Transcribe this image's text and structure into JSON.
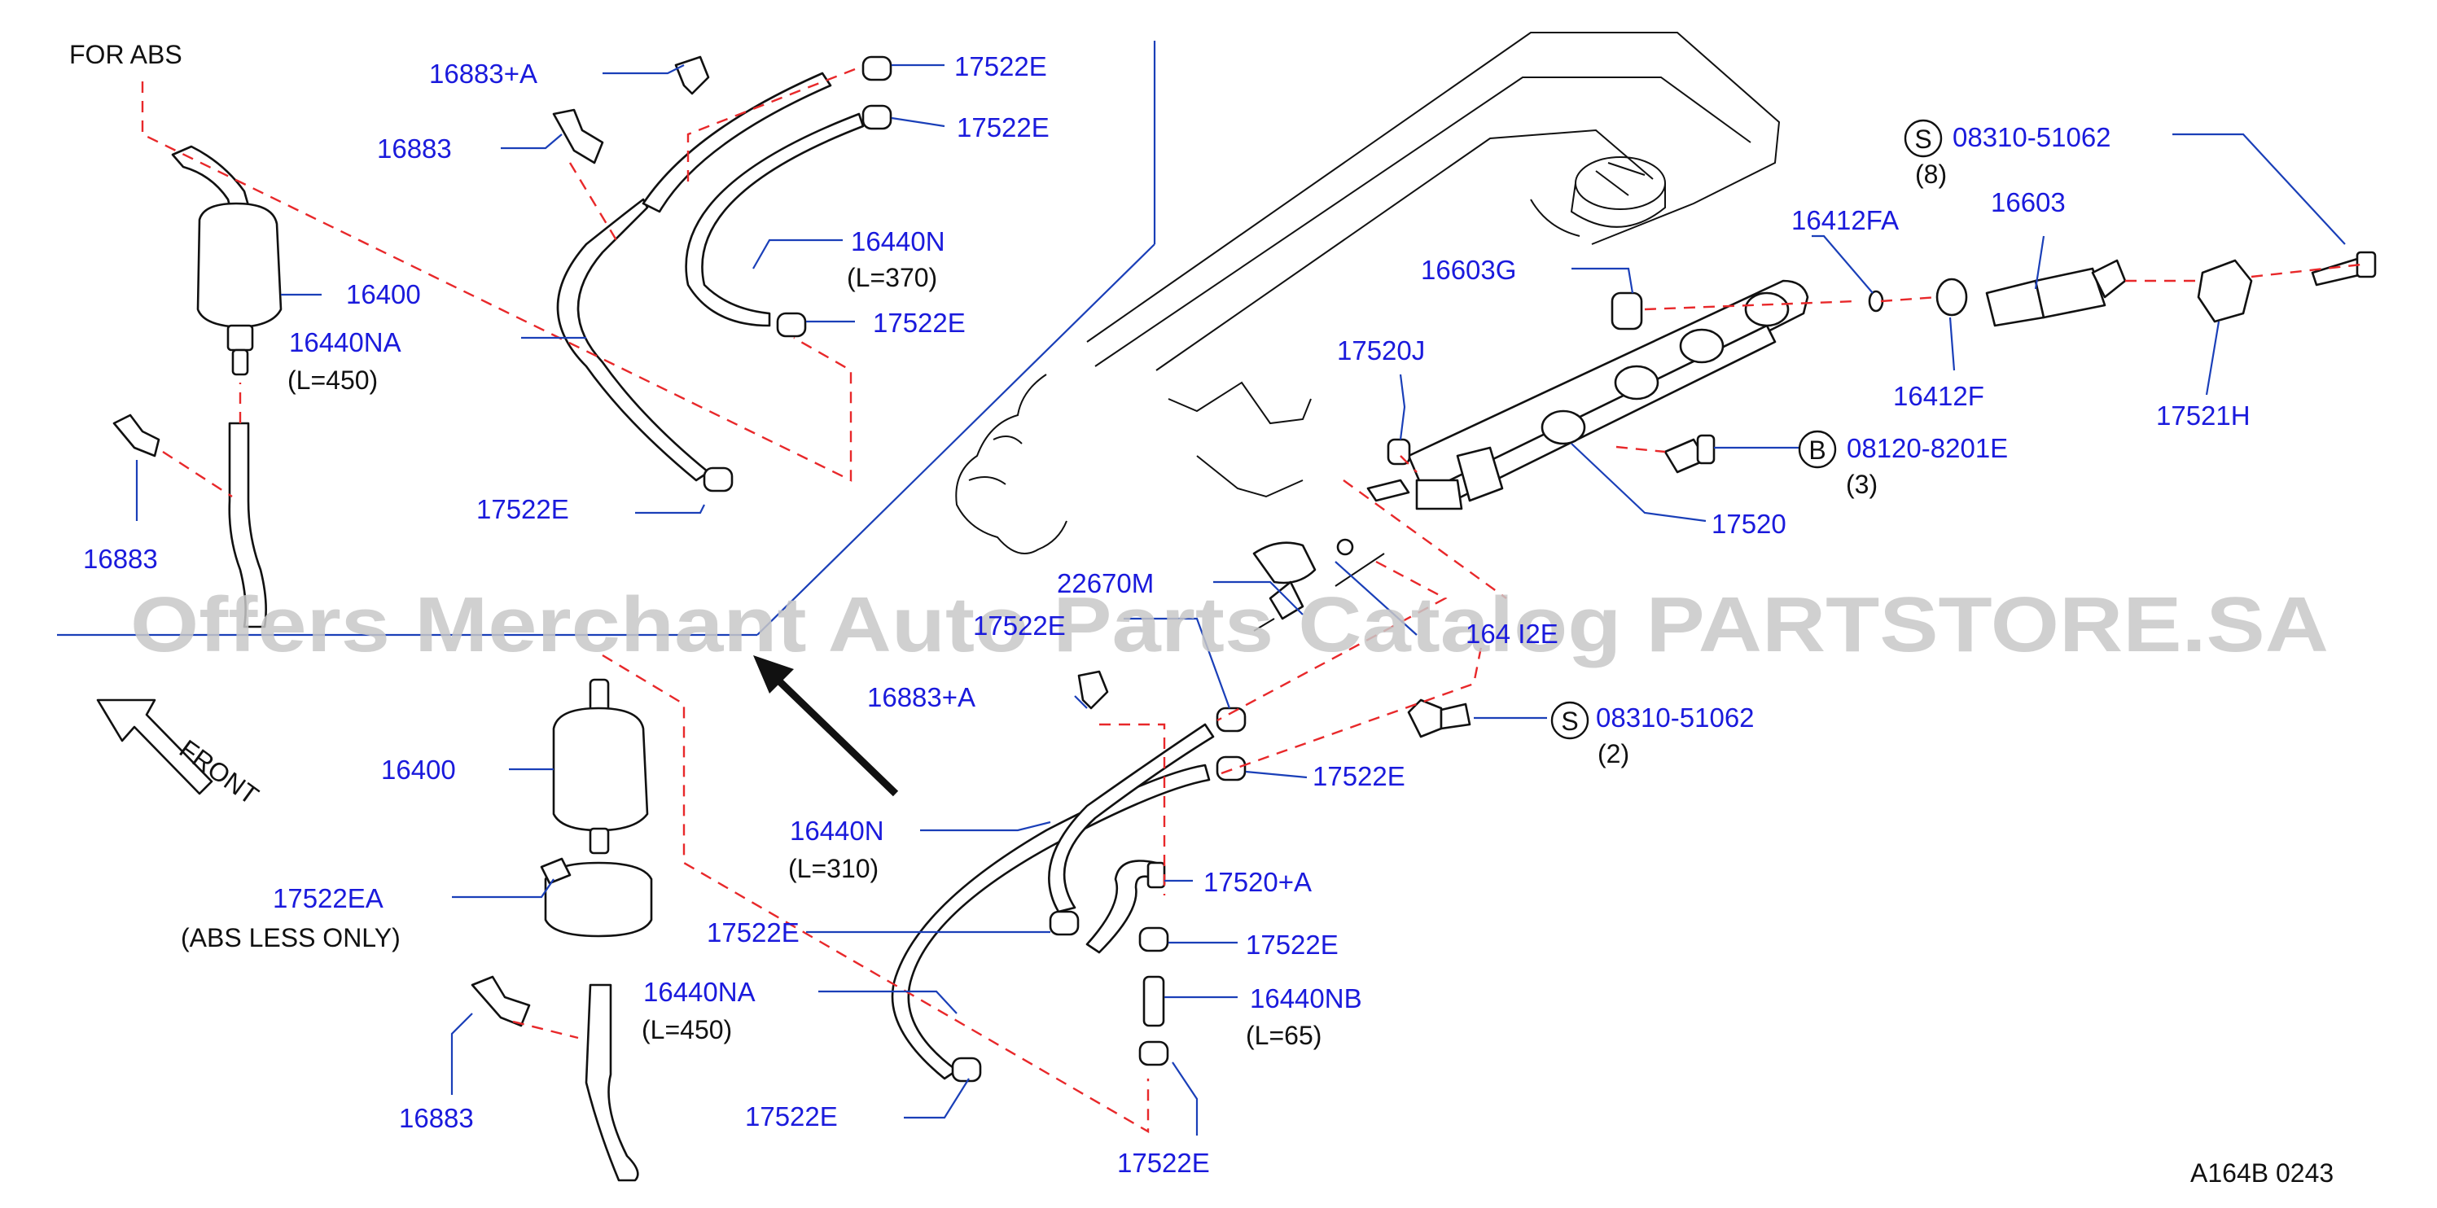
{
  "diagram": {
    "top_left_note": "FOR  ABS",
    "front_label": "FRONT",
    "abs_less_note": "(ABS  LESS  ONLY)",
    "diagram_code": "A164B  0243",
    "watermark": "Offers Merchant Auto Parts Catalog PARTSTORE.SA"
  },
  "labels": {
    "top_16883_plus_a": "16883+A",
    "top_17522e_1": "17522E",
    "top_17522e_2": "17522E",
    "top_16883": "16883",
    "top_16440n": "16440N",
    "top_16440n_len": "(L=370)",
    "top_16400": "16400",
    "top_16440na": "16440NA",
    "top_16440na_len": "(L=450)",
    "top_17522e_3": "17522E",
    "top_17522e_4": "17522E",
    "top_16883_left": "16883",
    "r_08310_8": "08310-51062",
    "r_08310_8_qty": "(8)",
    "r_16412fa": "16412FA",
    "r_16603": "16603",
    "r_16603g": "16603G",
    "r_16412f": "16412F",
    "r_17521h": "17521H",
    "r_17520j": "17520J",
    "r_08120": "08120-8201E",
    "r_08120_qty": "(3)",
    "r_17520": "17520",
    "r_22670m": "22670M",
    "r_17522e_mid": "17522E",
    "r_16412e_partial": "164 I2E",
    "r_08310_2": "08310-51062",
    "r_08310_2_qty": "(2)",
    "b_16883_plus_a": "16883+A",
    "b_17522e_r": "17522E",
    "b_16400": "16400",
    "b_16440n": "16440N",
    "b_16440n_len": "(L=310)",
    "b_17522ea": "17522EA",
    "b_17520_plus_a": "17520+A",
    "b_17522e_l": "17522E",
    "b_17522e_small": "17522E",
    "b_16440na": "16440NA",
    "b_16440na_len": "(L=450)",
    "b_16440nb": "16440NB",
    "b_16440nb_len": "(L=65)",
    "b_16883": "16883",
    "b_17522e_bot": "17522E",
    "b_17522e_bot2": "17522E"
  },
  "symbols": {
    "s": "S",
    "b": "B"
  },
  "colors": {
    "label_blue": "#1a1adc",
    "leader_blue": "#1a3fb8",
    "dash_red": "#e8282a",
    "outline": "#111111",
    "watermark": "#c8c8c8"
  }
}
